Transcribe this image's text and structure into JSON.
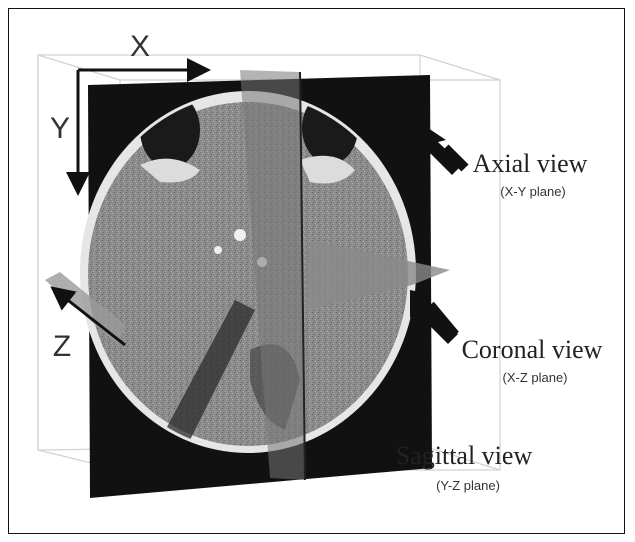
{
  "axes": {
    "x_label": "X",
    "y_label": "Y",
    "z_label": "Z"
  },
  "annotations": [
    {
      "title": "Axial view",
      "subtitle": "(X-Y plane)"
    },
    {
      "title": "Coronal view",
      "subtitle": "(X-Z plane)"
    },
    {
      "title": "Sagittal view",
      "subtitle": "(Y-Z plane)"
    }
  ],
  "colors": {
    "plane_dark": "#111111",
    "scan_gray": "#8a8a8a",
    "skull_white": "#e8e8e8",
    "arrow": "#111111",
    "bounding_box": "#d6d6d6"
  }
}
